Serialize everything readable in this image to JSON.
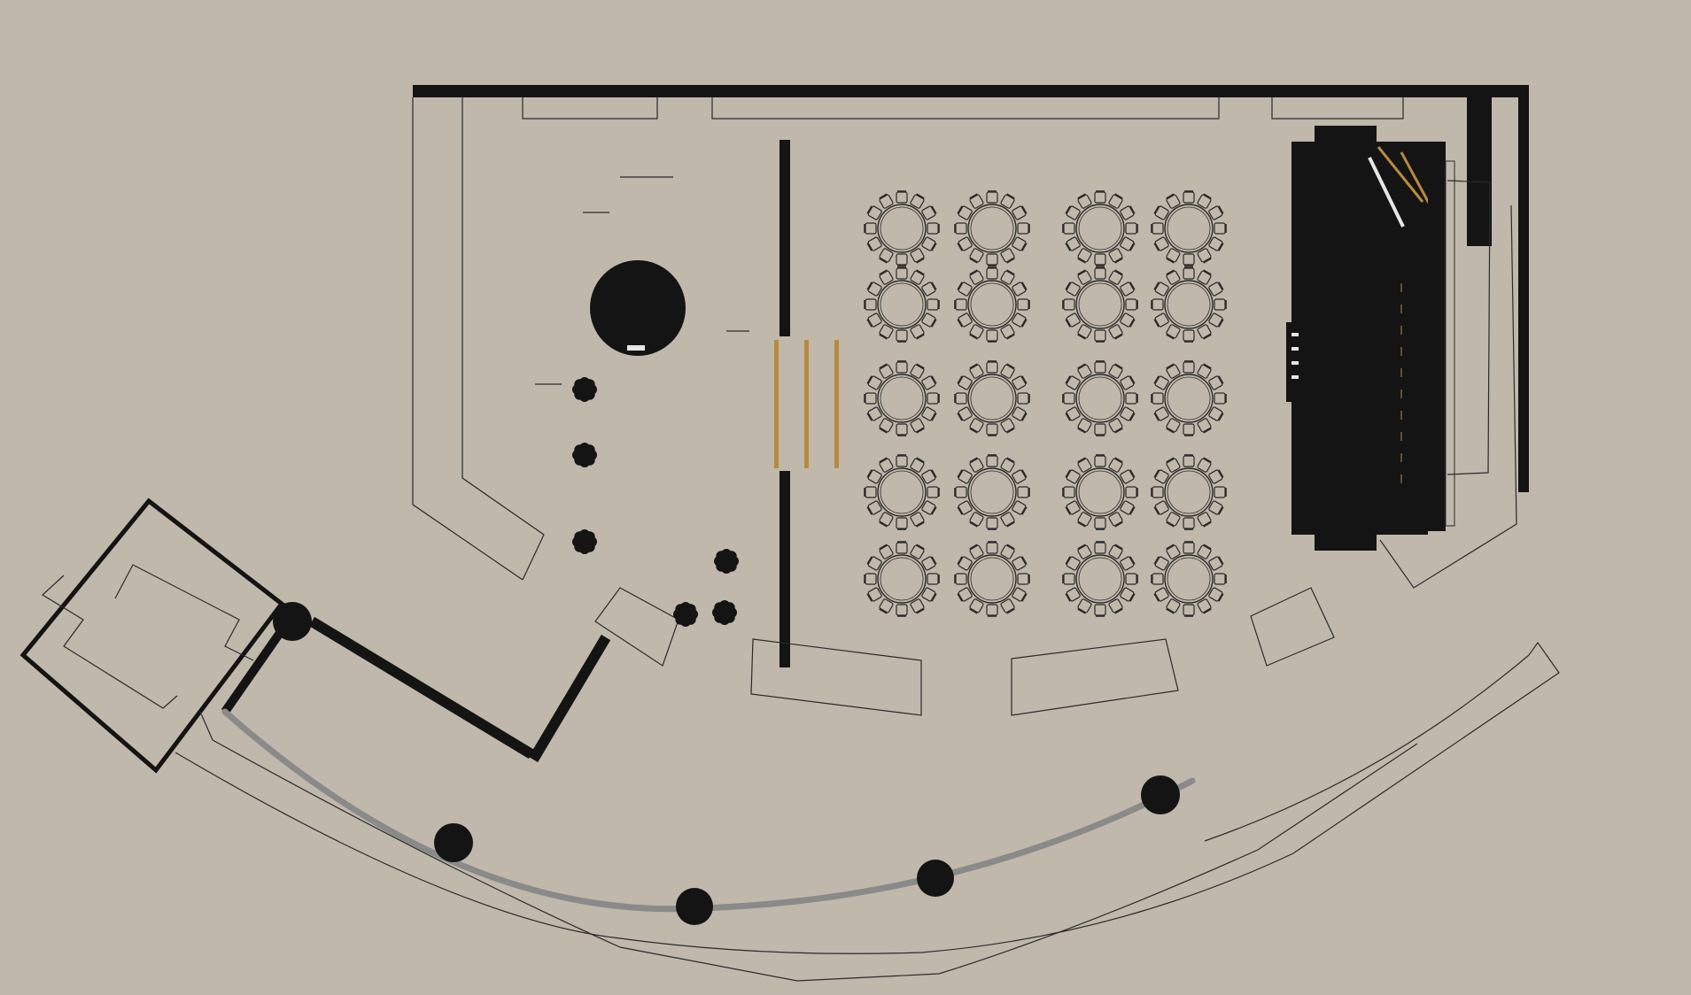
{
  "palette": {
    "background": "#c0b8ab",
    "ink": "#141414",
    "line": "#2a2a2a",
    "accent_wood": "#b88a3e",
    "curve_gray": "#8a8a8a",
    "stage_stripe": "#e6e6e6"
  },
  "layout_summary": {
    "banquet_table_rows": 5,
    "banquet_table_cols": 4,
    "chairs_per_table": 12,
    "plants": 6,
    "curve_posts": 4
  },
  "icons": [
    "round-table-with-chairs-icon",
    "potted-plant-icon",
    "round-column-icon",
    "stage-light-icon"
  ]
}
